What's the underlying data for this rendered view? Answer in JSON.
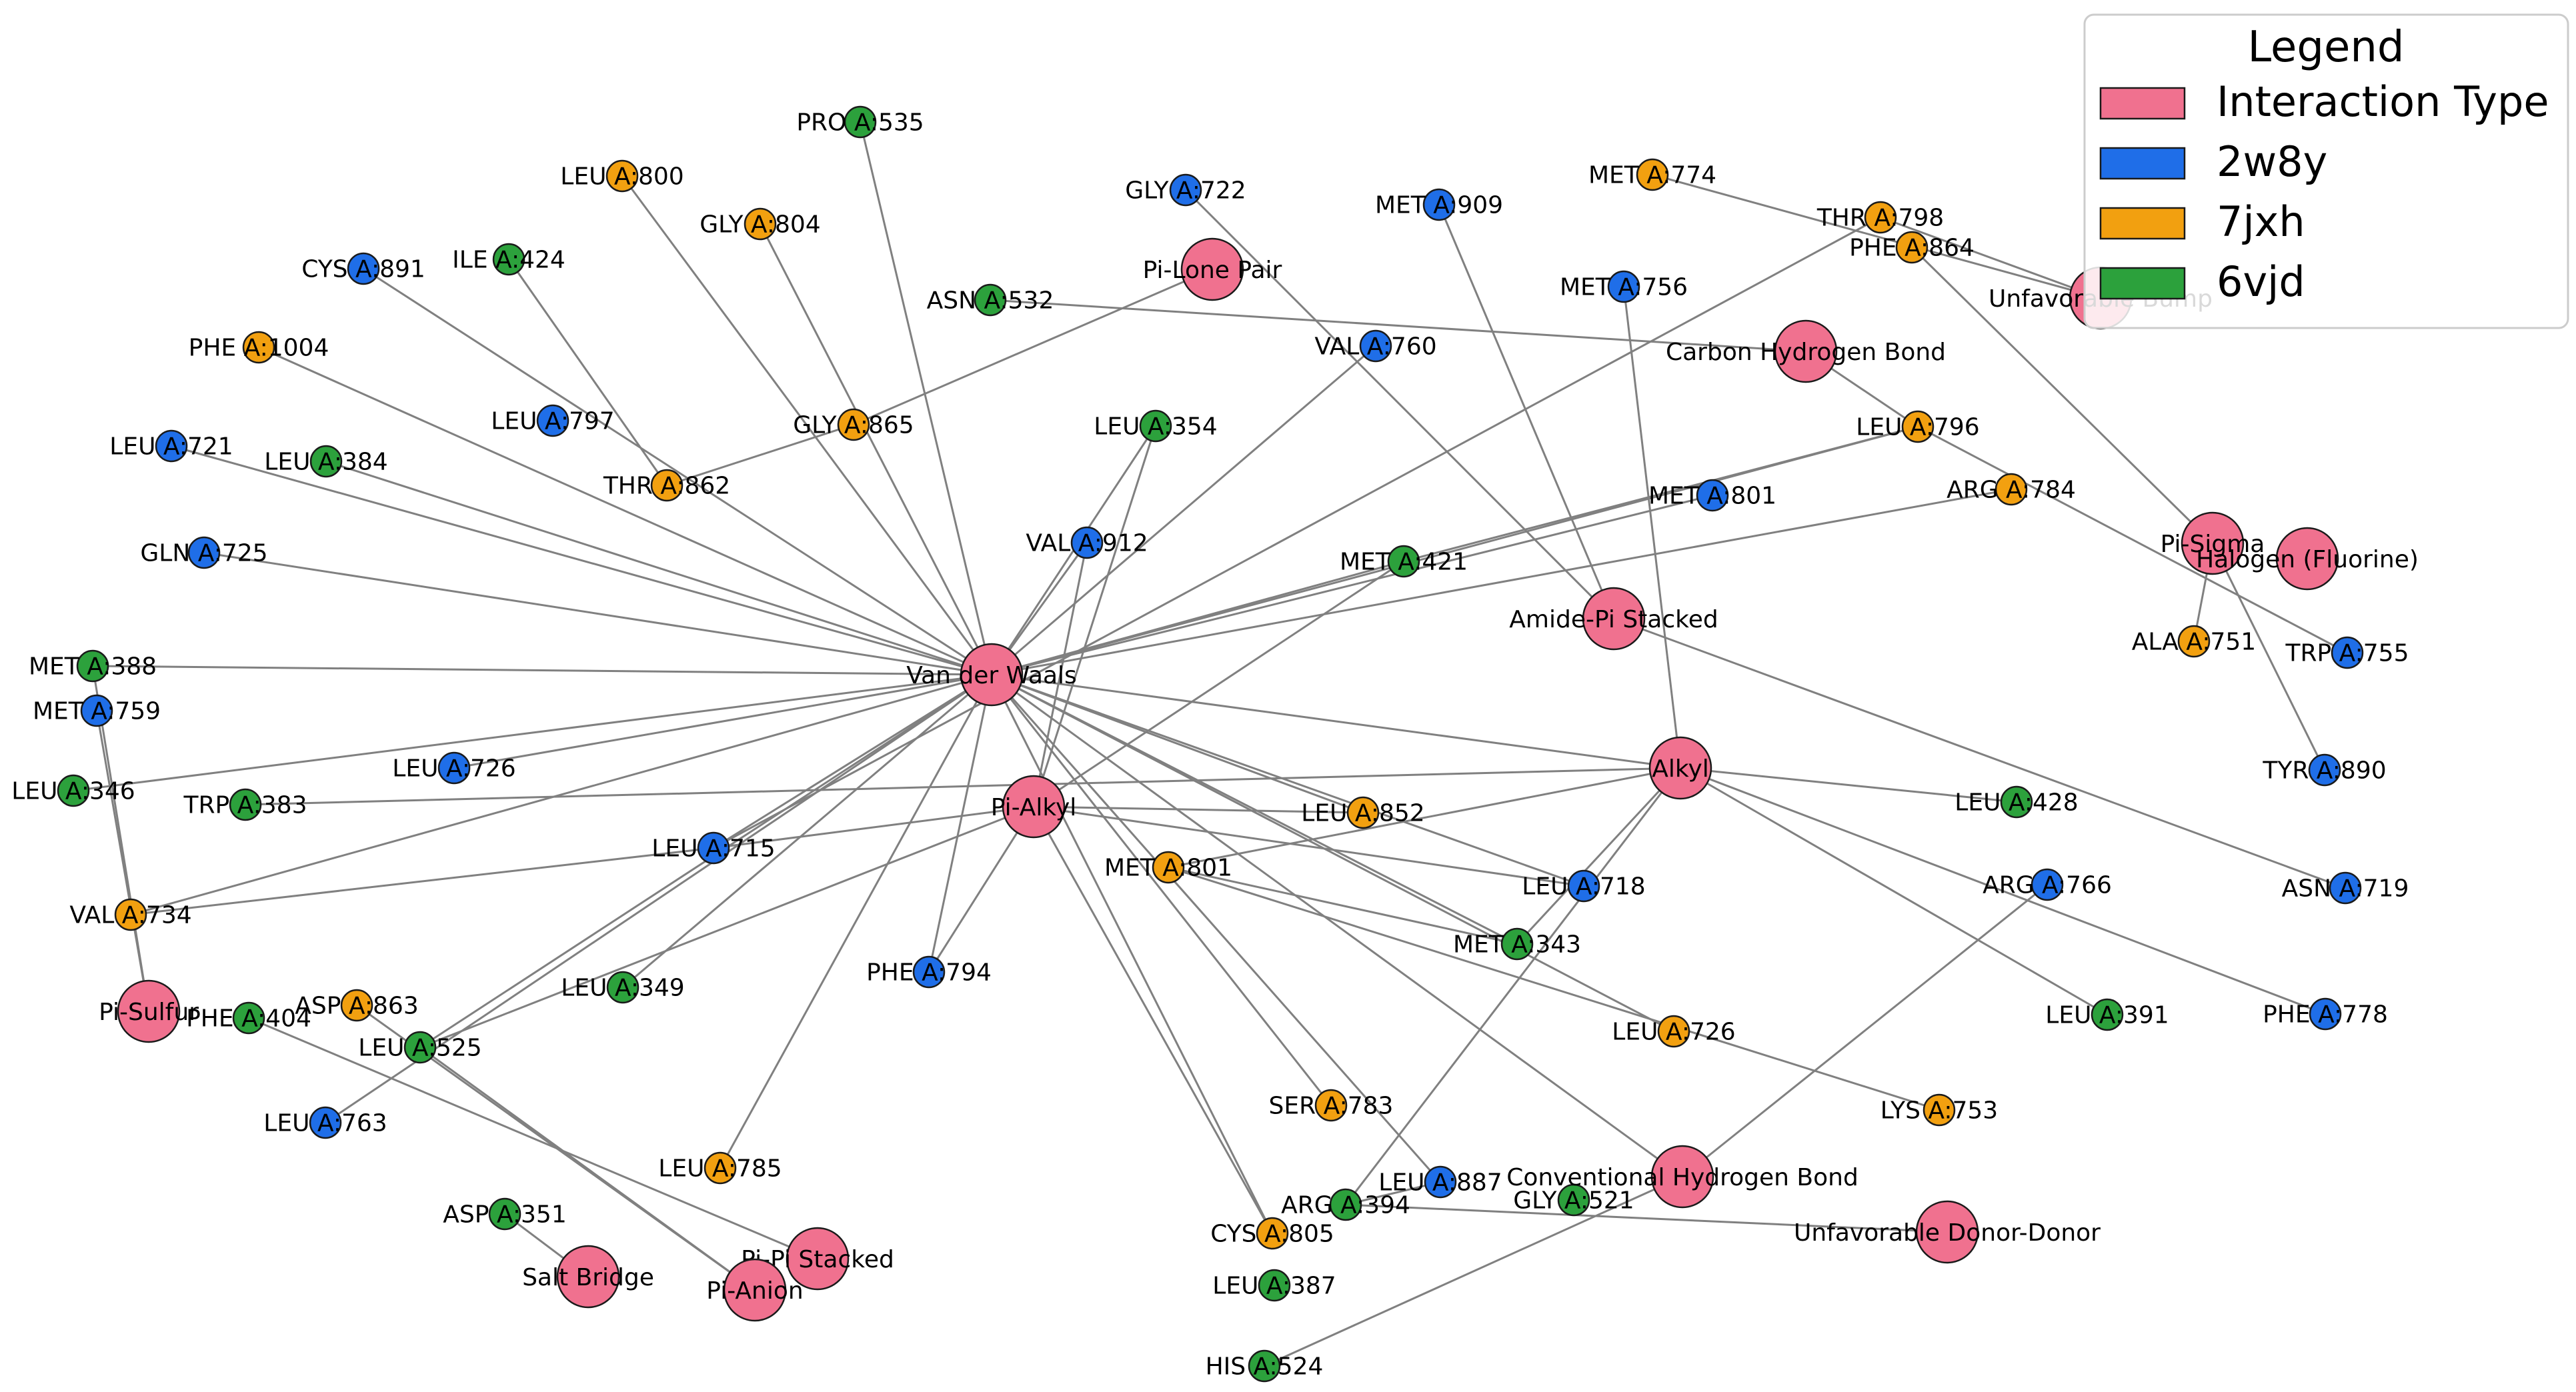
{
  "legend": {
    "title": "Legend",
    "items": [
      {
        "label": "Interaction Type",
        "color": "#f0718f"
      },
      {
        "label": "2w8y",
        "color": "#1f6ee8"
      },
      {
        "label": "7jxh",
        "color": "#f2a010"
      },
      {
        "label": "6vjd",
        "color": "#2ca13c"
      }
    ]
  },
  "colors": {
    "interaction": "#f0718f",
    "2w8y": "#1f6ee8",
    "7jxh": "#f2a010",
    "6vjd": "#2ca13c",
    "edge": "#808080"
  },
  "interaction_types": [
    {
      "id": "vdw",
      "label": "Van der Waals"
    },
    {
      "id": "pialkyl",
      "label": "Pi-Alkyl"
    },
    {
      "id": "alkyl",
      "label": "Alkyl"
    },
    {
      "id": "amidepi",
      "label": "Amide-Pi Stacked"
    },
    {
      "id": "carbonh",
      "label": "Carbon Hydrogen Bond"
    },
    {
      "id": "pilone",
      "label": "Pi-Lone Pair"
    },
    {
      "id": "unfav",
      "label": "Unfavorable Bump"
    },
    {
      "id": "pisigma",
      "label": "Pi-Sigma"
    },
    {
      "id": "halogen",
      "label": "Halogen (Fluorine)"
    },
    {
      "id": "pisulfur",
      "label": "Pi-Sulfur"
    },
    {
      "id": "pipi",
      "label": "Pi-Pi Stacked"
    },
    {
      "id": "pianion",
      "label": "Pi-Anion"
    },
    {
      "id": "saltbridge",
      "label": "Salt Bridge"
    },
    {
      "id": "convh",
      "label": "Conventional Hydrogen Bond"
    },
    {
      "id": "unfavdd",
      "label": "Unfavorable Donor-Donor"
    }
  ],
  "residues": [
    {
      "id": "PRO535",
      "label": "PRO A:535",
      "group": "6vjd"
    },
    {
      "id": "LEU800",
      "label": "LEU A:800",
      "group": "7jxh"
    },
    {
      "id": "GLY804",
      "label": "GLY A:804",
      "group": "7jxh"
    },
    {
      "id": "CYS891",
      "label": "CYS A:891",
      "group": "2w8y"
    },
    {
      "id": "ILE424",
      "label": "ILE A:424",
      "group": "6vjd"
    },
    {
      "id": "PHE1004",
      "label": "PHE A:1004",
      "group": "7jxh"
    },
    {
      "id": "GLY722",
      "label": "GLY A:722",
      "group": "2w8y"
    },
    {
      "id": "ASN532",
      "label": "ASN A:532",
      "group": "6vjd"
    },
    {
      "id": "MET909",
      "label": "MET A:909",
      "group": "2w8y"
    },
    {
      "id": "MET774",
      "label": "MET A:774",
      "group": "7jxh"
    },
    {
      "id": "THR798",
      "label": "THR A:798",
      "group": "7jxh"
    },
    {
      "id": "PHE864",
      "label": "PHE A:864",
      "group": "7jxh"
    },
    {
      "id": "MET756",
      "label": "MET A:756",
      "group": "2w8y"
    },
    {
      "id": "VAL760",
      "label": "VAL A:760",
      "group": "2w8y"
    },
    {
      "id": "LEU721",
      "label": "LEU A:721",
      "group": "2w8y"
    },
    {
      "id": "LEU384",
      "label": "LEU A:384",
      "group": "6vjd"
    },
    {
      "id": "LEU797",
      "label": "LEU A:797",
      "group": "2w8y"
    },
    {
      "id": "GLY865",
      "label": "GLY A:865",
      "group": "7jxh"
    },
    {
      "id": "LEU354",
      "label": "LEU A:354",
      "group": "6vjd"
    },
    {
      "id": "THR862",
      "label": "THR A:862",
      "group": "7jxh"
    },
    {
      "id": "LEU796",
      "label": "LEU A:796",
      "group": "7jxh"
    },
    {
      "id": "MET801b",
      "label": "MET A:801",
      "group": "2w8y"
    },
    {
      "id": "ARG784",
      "label": "ARG A:784",
      "group": "7jxh"
    },
    {
      "id": "GLN725",
      "label": "GLN A:725",
      "group": "2w8y"
    },
    {
      "id": "VAL912",
      "label": "VAL A:912",
      "group": "2w8y"
    },
    {
      "id": "MET421",
      "label": "MET A:421",
      "group": "6vjd"
    },
    {
      "id": "MET388",
      "label": "MET A:388",
      "group": "6vjd"
    },
    {
      "id": "MET759",
      "label": "MET A:759",
      "group": "2w8y"
    },
    {
      "id": "ALA751",
      "label": "ALA A:751",
      "group": "7jxh"
    },
    {
      "id": "TRP755",
      "label": "TRP A:755",
      "group": "2w8y"
    },
    {
      "id": "LEU346",
      "label": "LEU A:346",
      "group": "6vjd"
    },
    {
      "id": "LEU726b",
      "label": "LEU A:726",
      "group": "2w8y"
    },
    {
      "id": "TYR890",
      "label": "TYR A:890",
      "group": "2w8y"
    },
    {
      "id": "TRP383",
      "label": "TRP A:383",
      "group": "6vjd"
    },
    {
      "id": "LEU852",
      "label": "LEU A:852",
      "group": "7jxh"
    },
    {
      "id": "LEU428",
      "label": "LEU A:428",
      "group": "6vjd"
    },
    {
      "id": "LEU715",
      "label": "LEU A:715",
      "group": "2w8y"
    },
    {
      "id": "MET801o",
      "label": "MET A:801",
      "group": "7jxh"
    },
    {
      "id": "LEU718",
      "label": "LEU A:718",
      "group": "2w8y"
    },
    {
      "id": "ARG766",
      "label": "ARG A:766",
      "group": "2w8y"
    },
    {
      "id": "ASN719",
      "label": "ASN A:719",
      "group": "2w8y"
    },
    {
      "id": "VAL734",
      "label": "VAL A:734",
      "group": "7jxh"
    },
    {
      "id": "MET343",
      "label": "MET A:343",
      "group": "6vjd"
    },
    {
      "id": "PHE794",
      "label": "PHE A:794",
      "group": "2w8y"
    },
    {
      "id": "LEU349",
      "label": "LEU A:349",
      "group": "6vjd"
    },
    {
      "id": "ASP863",
      "label": "ASP A:863",
      "group": "7jxh"
    },
    {
      "id": "PHE404",
      "label": "PHE A:404",
      "group": "6vjd"
    },
    {
      "id": "LEU525",
      "label": "LEU A:525",
      "group": "6vjd"
    },
    {
      "id": "LEU391",
      "label": "LEU A:391",
      "group": "6vjd"
    },
    {
      "id": "PHE778",
      "label": "PHE A:778",
      "group": "2w8y"
    },
    {
      "id": "LEU726o",
      "label": "LEU A:726",
      "group": "7jxh"
    },
    {
      "id": "LEU763",
      "label": "LEU A:763",
      "group": "2w8y"
    },
    {
      "id": "SER783",
      "label": "SER A:783",
      "group": "7jxh"
    },
    {
      "id": "LYS753",
      "label": "LYS A:753",
      "group": "7jxh"
    },
    {
      "id": "LEU785",
      "label": "LEU A:785",
      "group": "7jxh"
    },
    {
      "id": "LEU887",
      "label": "LEU A:887",
      "group": "2w8y"
    },
    {
      "id": "ASP351",
      "label": "ASP A:351",
      "group": "6vjd"
    },
    {
      "id": "ARG394",
      "label": "ARG A:394",
      "group": "6vjd"
    },
    {
      "id": "GLY521",
      "label": "GLY A:521",
      "group": "6vjd"
    },
    {
      "id": "CYS805",
      "label": "CYS A:805",
      "group": "7jxh"
    },
    {
      "id": "LEU387",
      "label": "LEU A:387",
      "group": "6vjd"
    },
    {
      "id": "HIS524",
      "label": "HIS A:524",
      "group": "6vjd"
    }
  ]
}
